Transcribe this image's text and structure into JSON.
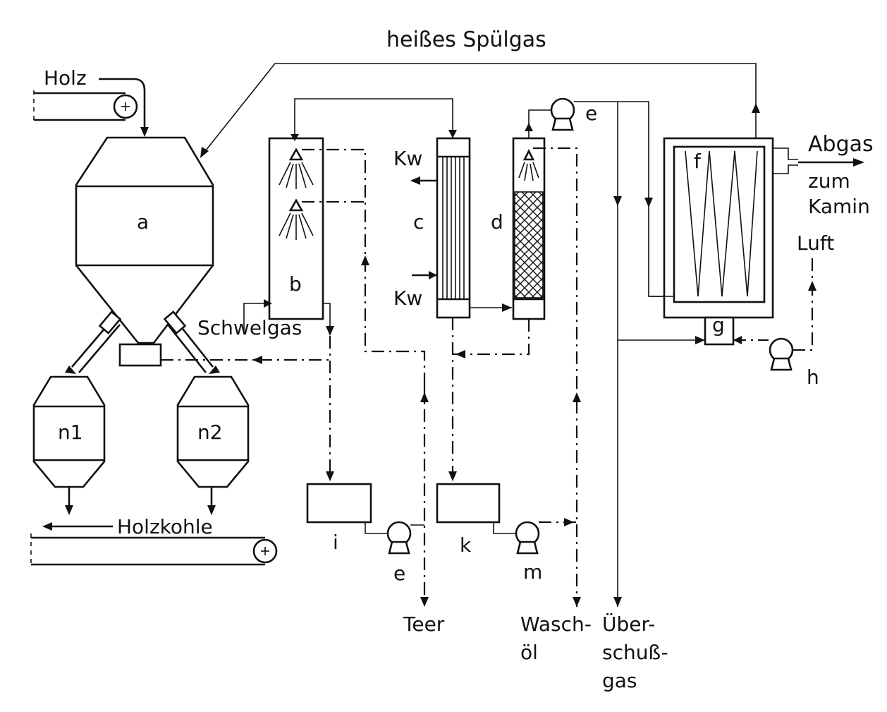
{
  "labels": {
    "heisses_spuelgas": "heißes Spülgas",
    "holz": "Holz",
    "unit_a": "a",
    "unit_b": "b",
    "unit_c": "c",
    "unit_d": "d",
    "pump_e_top": "e",
    "unit_f": "f",
    "unit_g": "g",
    "pump_h": "h",
    "tank_i": "i",
    "pump_e_bottom": "e",
    "tank_k": "k",
    "pump_m": "m",
    "kw_top": "Kw",
    "kw_bottom": "Kw",
    "schwelgas": "Schwelgas",
    "abgas": "Abgas",
    "zum": "zum",
    "kamin": "Kamin",
    "luft": "Luft",
    "n1": "n1",
    "n2": "n2",
    "holzkohle": "Holzkohle",
    "teer": "Teer",
    "wasch": "Wasch-",
    "oel": "öl",
    "ueber": "Über-",
    "schuss": "schuß-",
    "gas": "gas"
  },
  "colors": {
    "line": "#111111",
    "background": "#ffffff"
  }
}
